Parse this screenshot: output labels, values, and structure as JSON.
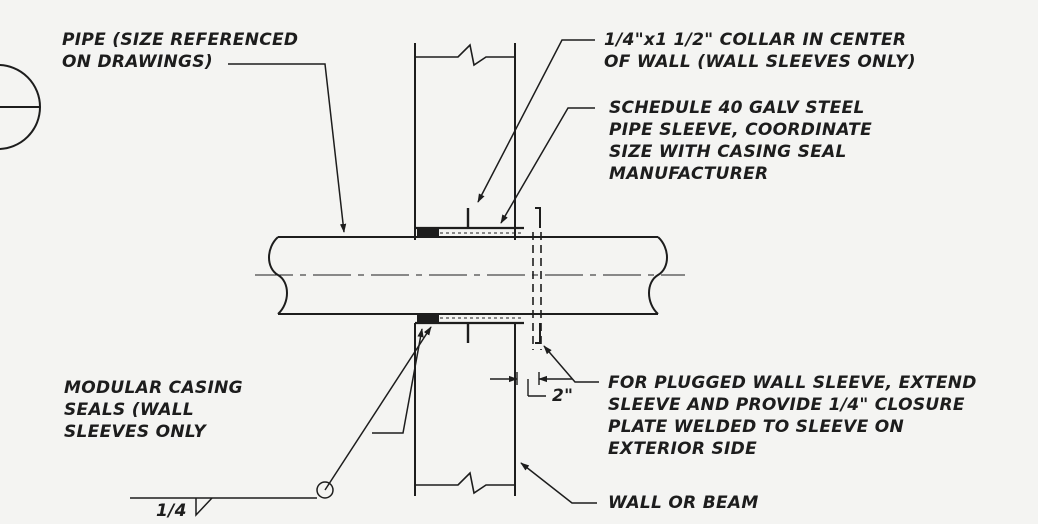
{
  "callouts": {
    "pipe": [
      "PIPE (SIZE REFERENCED",
      "ON DRAWINGS)"
    ],
    "collar": [
      "1/4\"x1 1/2\" COLLAR IN CENTER",
      "OF WALL (WALL SLEEVES ONLY)"
    ],
    "sleeve": [
      "SCHEDULE 40 GALV STEEL",
      "PIPE SLEEVE, COORDINATE",
      "SIZE WITH CASING SEAL",
      "MANUFACTURER"
    ],
    "casing_seals": [
      "MODULAR CASING",
      "SEALS (WALL",
      "SLEEVES ONLY"
    ],
    "plugged_sleeve": [
      "FOR PLUGGED WALL SLEEVE, EXTEND",
      "SLEEVE AND PROVIDE 1/4\" CLOSURE",
      "PLATE WELDED TO SLEEVE ON",
      "EXTERIOR SIDE"
    ],
    "wall": "WALL OR BEAM"
  },
  "dimension": "2\"",
  "weld_size": "1/4",
  "colors": {
    "ink": "#1d1d1d",
    "paper": "#f4f4f2"
  }
}
